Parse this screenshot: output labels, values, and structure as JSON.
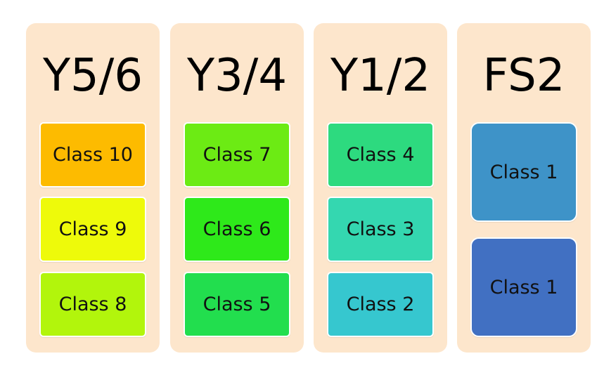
{
  "columns": [
    {
      "title": "Y5/6",
      "classes": [
        {
          "label": "Class 10",
          "color": "#fdbb00"
        },
        {
          "label": "Class 9",
          "color": "#eefa0a"
        },
        {
          "label": "Class 8",
          "color": "#b2f50c"
        }
      ]
    },
    {
      "title": "Y3/4",
      "classes": [
        {
          "label": "Class 7",
          "color": "#6ceb14"
        },
        {
          "label": "Class 6",
          "color": "#2ee91a"
        },
        {
          "label": "Class 5",
          "color": "#22de4e"
        }
      ]
    },
    {
      "title": "Y1/2",
      "classes": [
        {
          "label": "Class 4",
          "color": "#2dda7f"
        },
        {
          "label": "Class 3",
          "color": "#34d7b0"
        },
        {
          "label": "Class 2",
          "color": "#36c7cf"
        }
      ]
    },
    {
      "title": "FS2",
      "classes": [
        {
          "label": "Class 1",
          "color": "#3e93c8"
        },
        {
          "label": "Class 1",
          "color": "#4170c2"
        }
      ]
    }
  ]
}
